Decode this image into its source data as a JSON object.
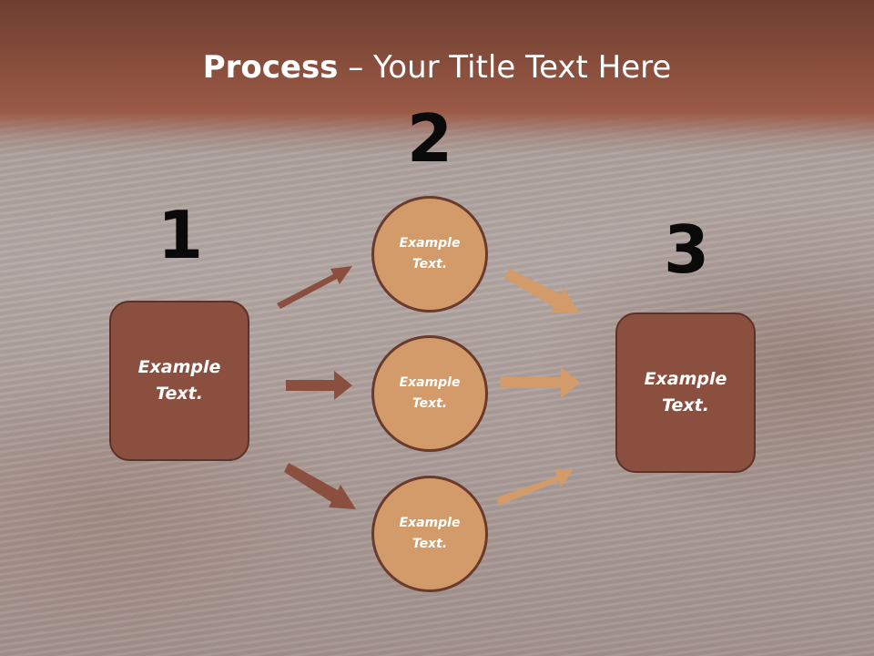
{
  "slide": {
    "title_bold": "Process",
    "title_rest": " – Your Title Text Here"
  },
  "steps": {
    "one": "1",
    "two": "2",
    "three": "3"
  },
  "nodes": {
    "left_box": "Example\nText.",
    "circle_top": "Example\nText.",
    "circle_middle": "Example\nText.",
    "circle_bottom": "Example\nText.",
    "right_box": "Example\nText."
  },
  "colors": {
    "title_band": "#8a4f3d",
    "box_fill": "#8b4f3f",
    "circle_fill": "#d29b69",
    "arrow_dark": "#8b4f3f",
    "arrow_light": "#d29b69"
  }
}
